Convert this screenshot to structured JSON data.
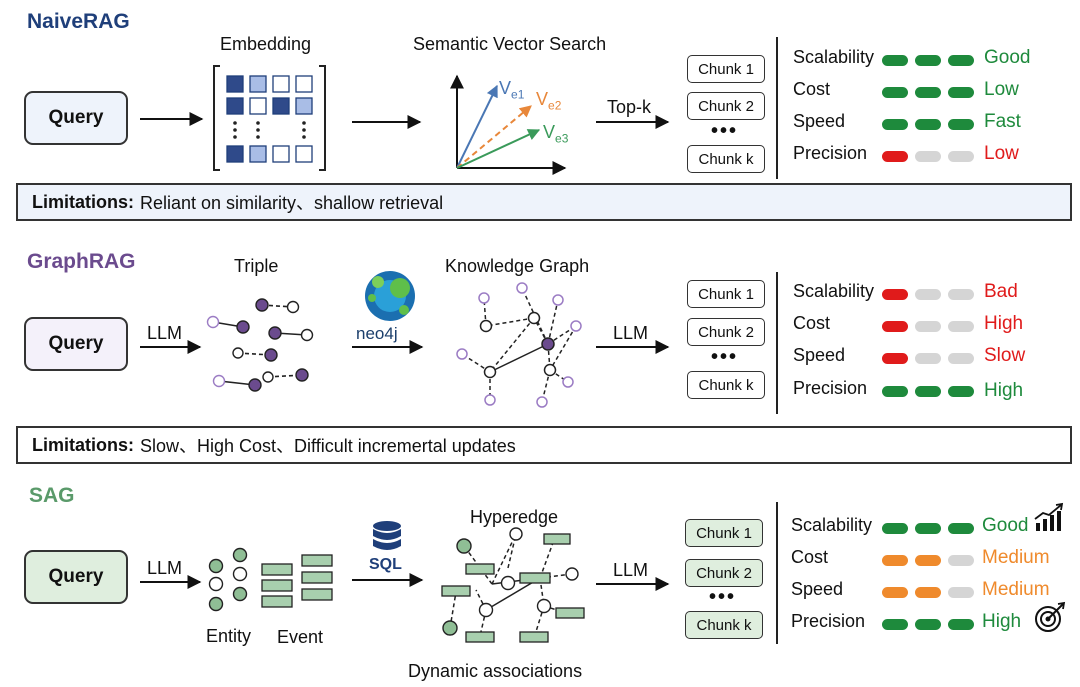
{
  "colors": {
    "good": "#1e8a3c",
    "bad": "#e01b1b",
    "medium": "#ef8a2c",
    "empty": "#d5d5d5",
    "purple": "#6b4b8e",
    "sag_green": "#5a9a6a",
    "naive_blue": "#1f3f7a"
  },
  "naive": {
    "title": "NaiveRAG",
    "query": "Query",
    "embedding": "Embedding",
    "search": "Semantic Vector Search",
    "vectors": [
      "V",
      "e1",
      "V",
      "e2",
      "V",
      "e3"
    ],
    "topk": "Top-k",
    "chunks": [
      "Chunk 1",
      "Chunk 2",
      "Chunk k"
    ],
    "dots": "•••",
    "metrics": [
      {
        "label": "Scalability",
        "value": "Good",
        "level": 3,
        "tone": "good"
      },
      {
        "label": "Cost",
        "value": "Low",
        "level": 3,
        "tone": "good"
      },
      {
        "label": "Speed",
        "value": "Fast",
        "level": 3,
        "tone": "good"
      },
      {
        "label": "Precision",
        "value": "Low",
        "level": 1,
        "tone": "bad"
      }
    ],
    "limitation_head": "Limitations:",
    "limitation_text": "Reliant on similarity、shallow retrieval"
  },
  "graph": {
    "title": "GraphRAG",
    "query": "Query",
    "llm1": "LLM",
    "triple": "Triple",
    "neo4j": "neo4j",
    "kg": "Knowledge Graph",
    "llm2": "LLM",
    "chunks": [
      "Chunk 1",
      "Chunk 2",
      "Chunk k"
    ],
    "dots": "•••",
    "metrics": [
      {
        "label": "Scalability",
        "value": "Bad",
        "level": 1,
        "tone": "bad"
      },
      {
        "label": "Cost",
        "value": "High",
        "level": 1,
        "tone": "bad"
      },
      {
        "label": "Speed",
        "value": "Slow",
        "level": 1,
        "tone": "bad"
      },
      {
        "label": "Precision",
        "value": "High",
        "level": 3,
        "tone": "good"
      }
    ],
    "limitation_head": "Limitations:",
    "limitation_text": "Slow、High Cost、Difficult incremertal updates"
  },
  "sag": {
    "title": "SAG",
    "query": "Query",
    "llm1": "LLM",
    "entity": "Entity",
    "event": "Event",
    "sql": "SQL",
    "hyperedge": "Hyperedge",
    "dynamic": "Dynamic associations",
    "llm2": "LLM",
    "chunks": [
      "Chunk 1",
      "Chunk 2",
      "Chunk k"
    ],
    "dots": "•••",
    "metrics": [
      {
        "label": "Scalability",
        "value": "Good",
        "level": 3,
        "tone": "good"
      },
      {
        "label": "Cost",
        "value": "Medium",
        "level": 2,
        "tone": "medium"
      },
      {
        "label": "Speed",
        "value": "Medium",
        "level": 2,
        "tone": "medium"
      },
      {
        "label": "Precision",
        "value": "High",
        "level": 3,
        "tone": "good"
      }
    ]
  }
}
